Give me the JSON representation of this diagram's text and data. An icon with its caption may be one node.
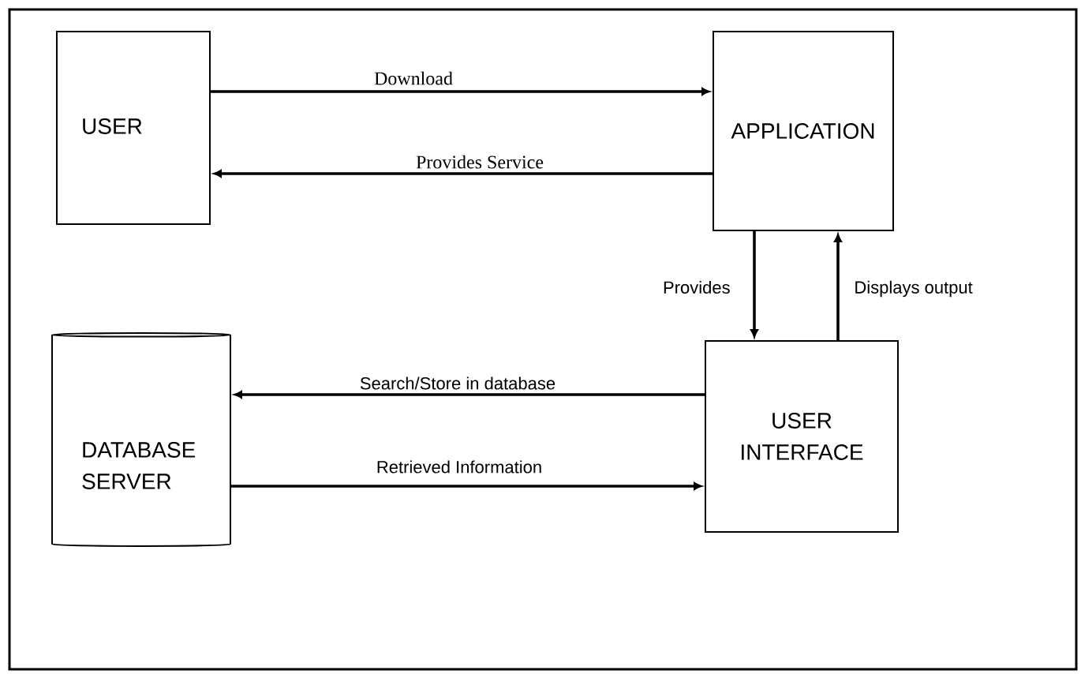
{
  "diagram": {
    "nodes": [
      {
        "text": [
          "USER"
        ]
      },
      {
        "text": [
          "APPLICATION"
        ]
      },
      {
        "text": [
          "DATABASE SERVER"
        ]
      },
      {
        "text": [
          "USER INTERFACE"
        ]
      }
    ],
    "edges": [
      {
        "from": 0,
        "to": 1,
        "arrow": "to",
        "label": "Download"
      },
      {
        "from": 1,
        "to": 0,
        "arrow": "to",
        "label": "Provides Service"
      },
      {
        "from": 1,
        "to": 3,
        "arrow": "to",
        "label": "Provides"
      },
      {
        "from": 3,
        "to": 1,
        "arrow": "to",
        "label": "Displays output"
      },
      {
        "from": 3,
        "to": 2,
        "arrow": "to",
        "label": "Search/Store in database"
      },
      {
        "from": 2,
        "to": 3,
        "arrow": "to",
        "label": "Retrieved Information"
      }
    ]
  }
}
